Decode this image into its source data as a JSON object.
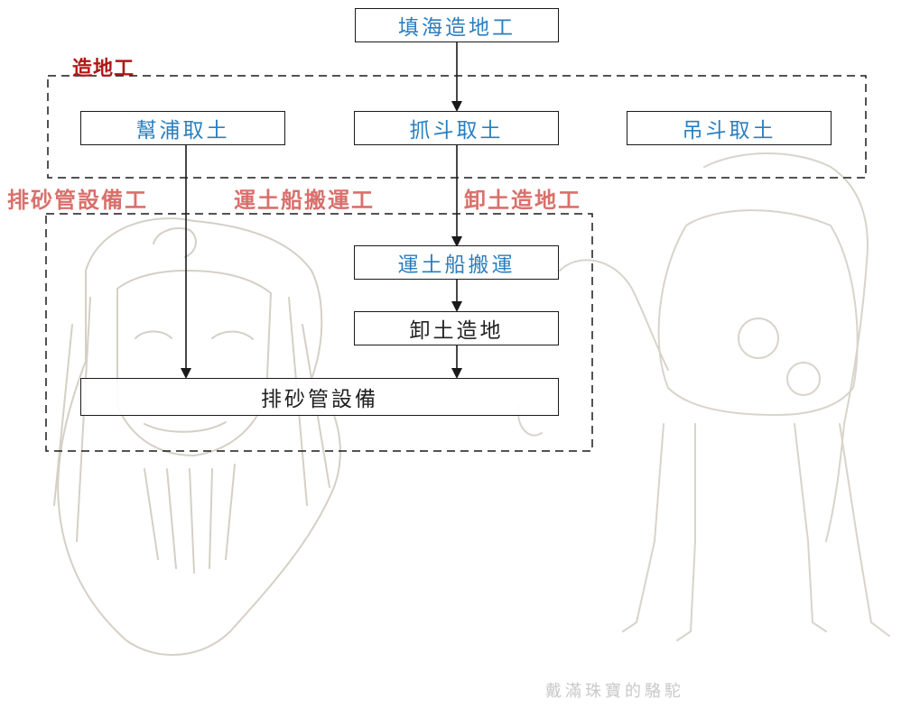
{
  "diagram": {
    "top_box": "填海造地工",
    "group1_label": "造地工",
    "group1_boxes": [
      "幫浦取土",
      "抓斗取土",
      "吊斗取土"
    ],
    "group2_labels": [
      "排砂管設備工",
      "運土船搬運工",
      "卸土造地工"
    ],
    "process_boxes": {
      "transport": "運土船搬運",
      "unload": "卸土造地",
      "sand_pipe": "排砂管設備"
    }
  },
  "background": {
    "caption": "戴滿珠寶的駱駝",
    "sketch_color": "#c9c2b8",
    "accent_color": "#d9706b"
  }
}
